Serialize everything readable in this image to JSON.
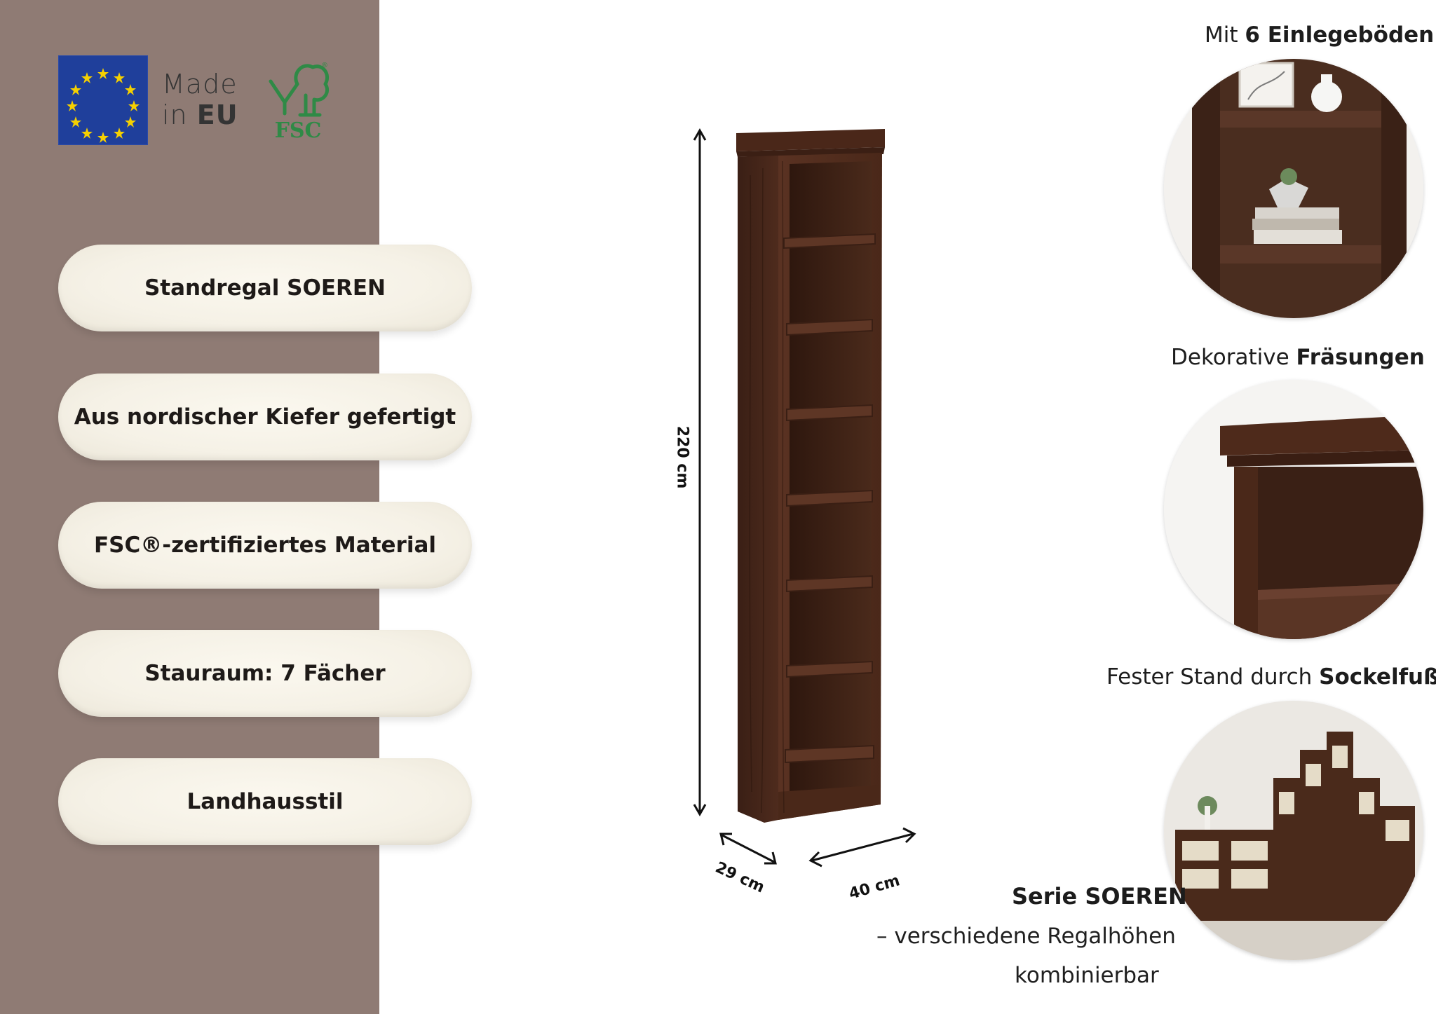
{
  "badges": {
    "made_in_line1": "Made",
    "made_in_line2_prefix": "in",
    "made_in_line2_bold": "EU",
    "fsc_label": "FSC",
    "fsc_reg": "®"
  },
  "features": [
    {
      "label": "Standregal SOEREN"
    },
    {
      "label": "Aus nordischer Kiefer gefertigt"
    },
    {
      "label": "FSC®-zertifiziertes Material"
    },
    {
      "label": "Stauraum: 7 Fächer"
    },
    {
      "label": "Landhausstil"
    }
  ],
  "dimensions": {
    "height": "220 cm",
    "depth": "29 cm",
    "width": "40 cm"
  },
  "details": [
    {
      "prefix": "Mit ",
      "bold": "6 Einlegeböden",
      "suffix": ""
    },
    {
      "prefix": "Dekorative ",
      "bold": "Fräsungen",
      "suffix": ""
    },
    {
      "prefix": "Fester Stand durch ",
      "bold": "Sockelfuß",
      "suffix": ""
    }
  ],
  "series": {
    "title": "Serie SOEREN",
    "line1": "– verschiedene Regalhöhen",
    "line2": "kombinierbar"
  },
  "colors": {
    "sidebar": "#8f7b74",
    "pill": "#f5f1e6",
    "wood_dark": "#3e2318",
    "wood_mid": "#5a3424",
    "eu_blue": "#1f3f9b",
    "eu_star": "#f5d000",
    "fsc_green": "#2f8a46"
  },
  "icons": {
    "eu_flag": "eu-flag-icon",
    "fsc_tree": "fsc-tree-icon"
  }
}
